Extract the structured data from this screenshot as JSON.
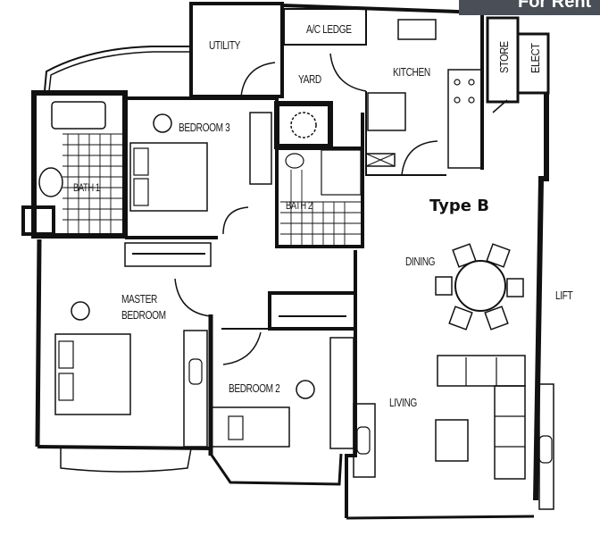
{
  "banner": {
    "text": "For Rent",
    "color": "#4a4f57"
  },
  "plan": {
    "type_label": "Type B",
    "rooms": {
      "utility": "UTILITY",
      "ac_ledge": "A/C LEDGE",
      "yard": "YARD",
      "kitchen": "KITCHEN",
      "store": "STORE",
      "elect": "ELECT",
      "bedroom3": "BEDROOM 3",
      "bath1": "BATH 1",
      "bath2": "BATH 2",
      "dining": "DINING",
      "master_bedroom_1": "MASTER",
      "master_bedroom_2": "BEDROOM",
      "bedroom2": "BEDROOM 2",
      "living": "LIVING",
      "lift": "LIFT"
    }
  }
}
